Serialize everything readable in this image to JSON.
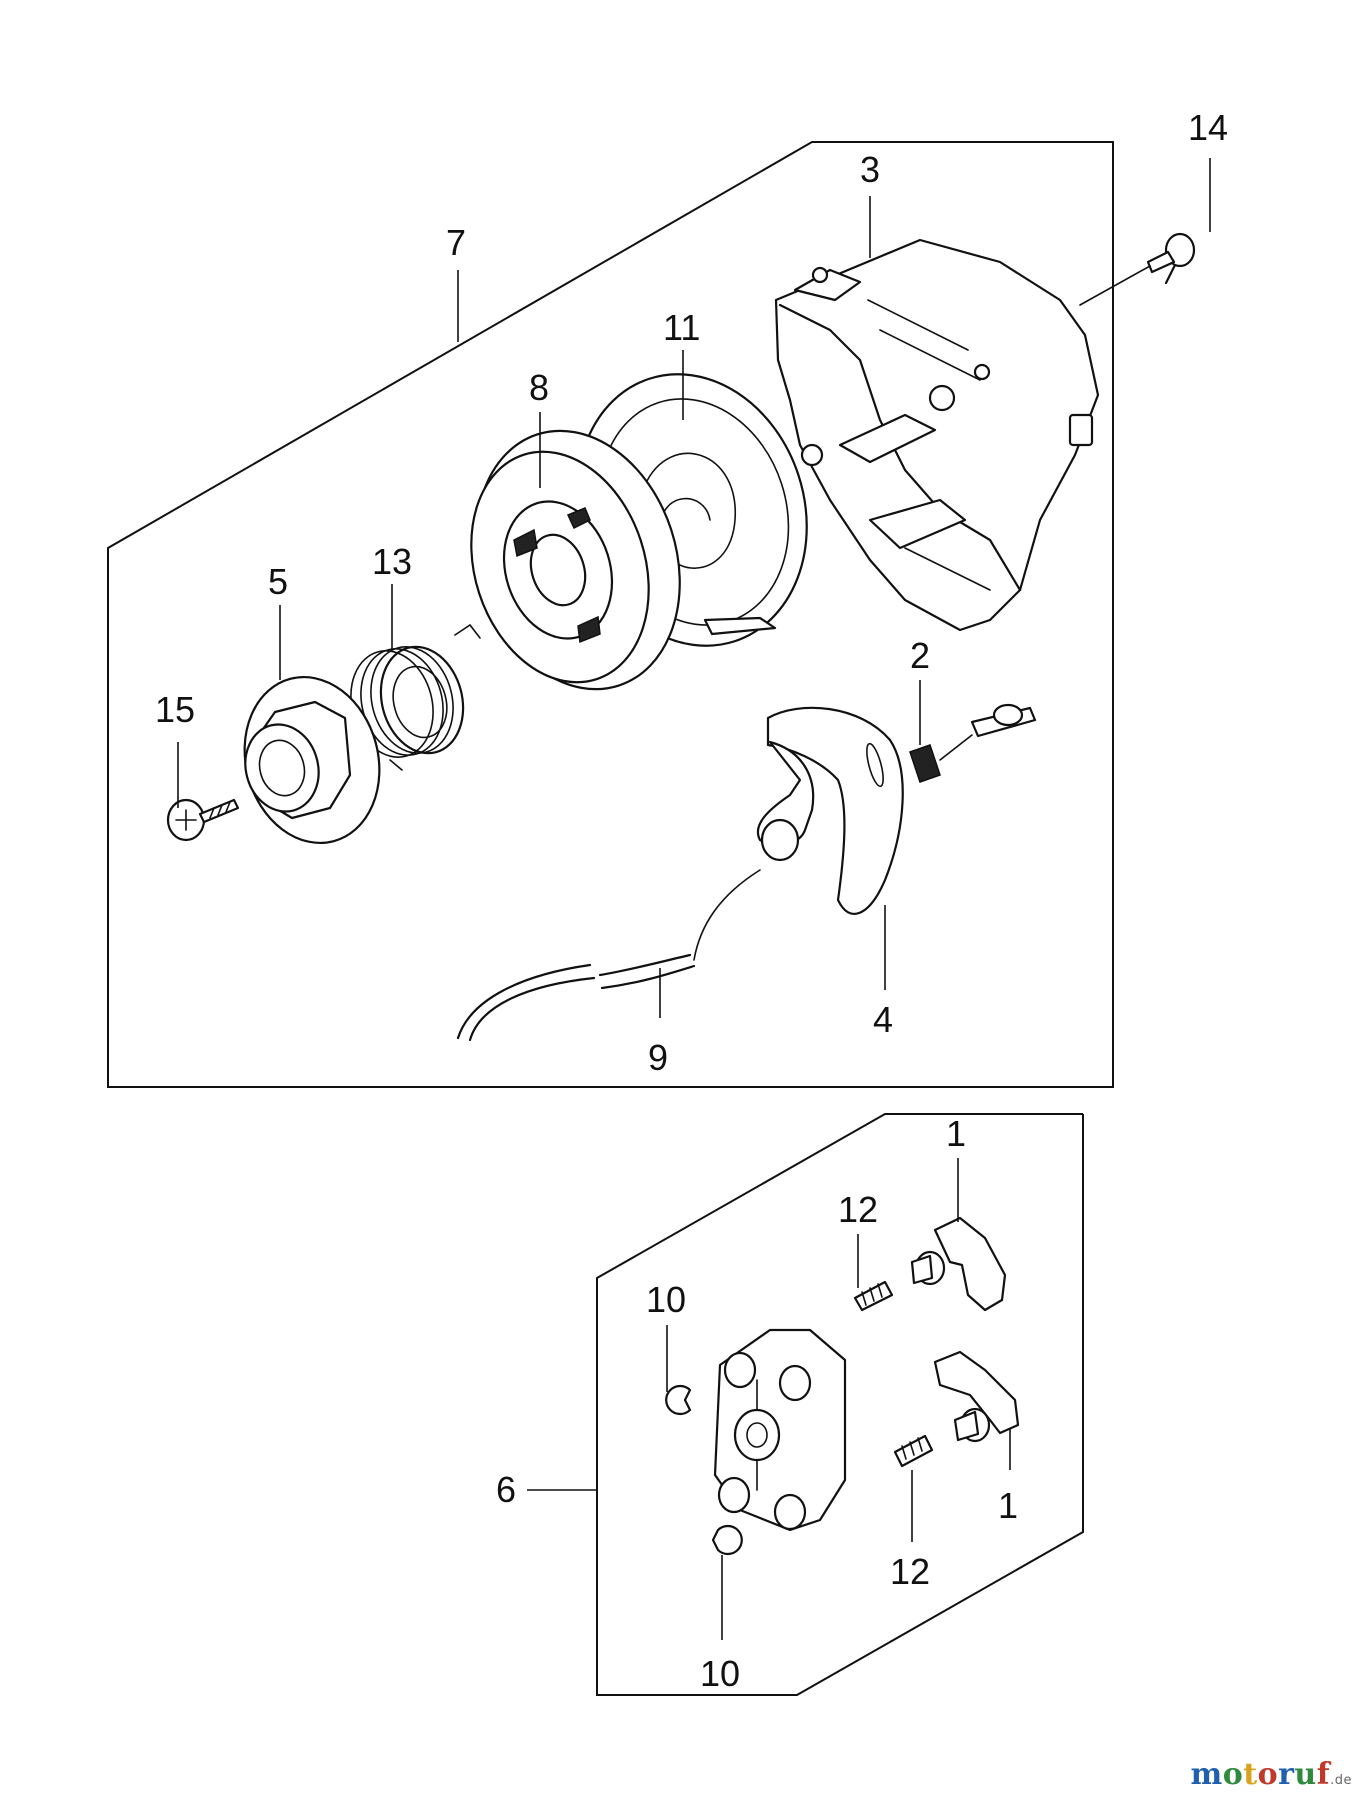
{
  "callouts": {
    "c1a": "1",
    "c1b": "1",
    "c2": "2",
    "c3": "3",
    "c4": "4",
    "c5": "5",
    "c6": "6",
    "c7": "7",
    "c8": "8",
    "c9": "9",
    "c10a": "10",
    "c10b": "10",
    "c11": "11",
    "c12a": "12",
    "c12b": "12",
    "c13": "13",
    "c14": "14",
    "c15": "15"
  },
  "watermark": {
    "letters": [
      "m",
      "o",
      "t",
      "o",
      "r",
      "u",
      "f"
    ],
    "colors": [
      "#1f5fae",
      "#2e8b3d",
      "#d9a21b",
      "#c0392b",
      "#1f5fae",
      "#2e8b3d",
      "#c0392b"
    ],
    "suffix": ".de"
  }
}
